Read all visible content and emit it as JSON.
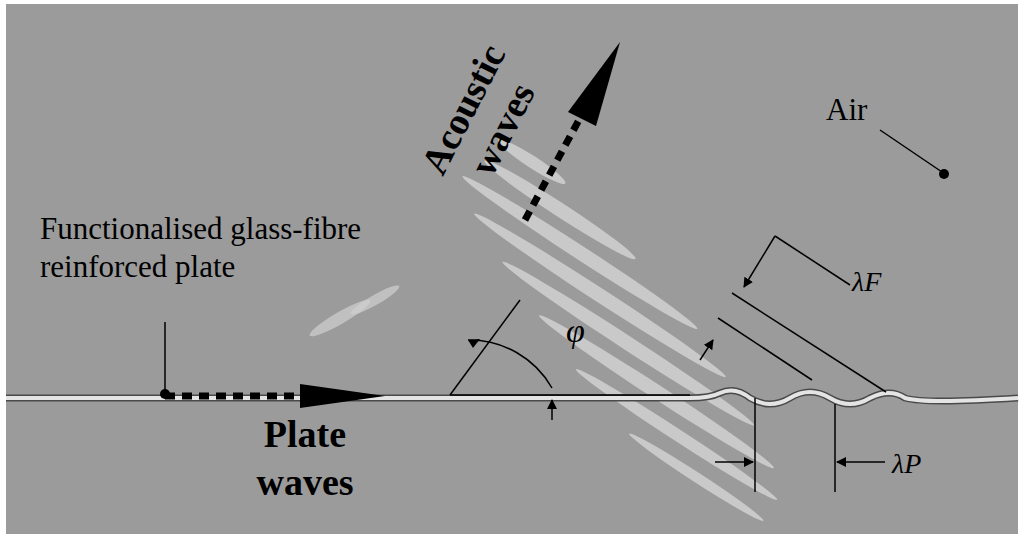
{
  "diagram": {
    "labels": [
      "Functionalised glass-fibre reinforced plate",
      "Air",
      "Acoustic waves",
      "Plate waves",
      "φ",
      "λF",
      "λP"
    ]
  }
}
